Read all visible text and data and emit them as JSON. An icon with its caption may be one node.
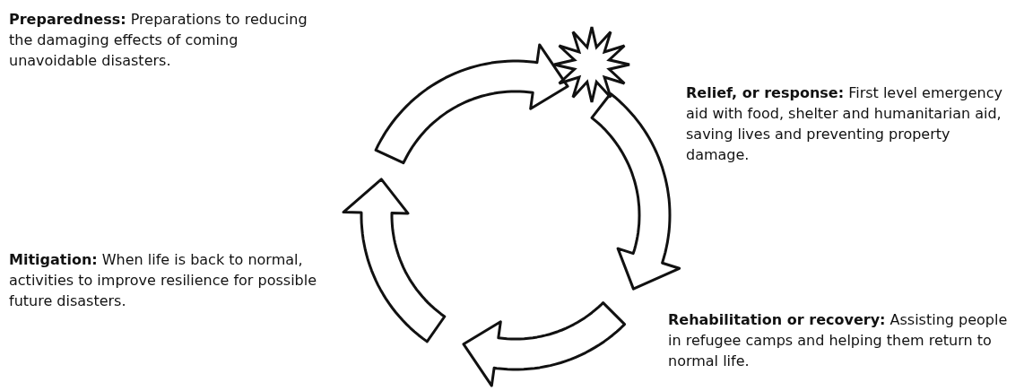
{
  "diagram": {
    "labels": [
      "**Preparedness:** Preparations to reducing the damaging effects of coming unavoidable disasters.",
      "**Relief, or response:** First level emergency aid with food, shelter and humanitarian aid, saving lives and preventing property damage.",
      "**Mitigation:** When life is back to normal, activities to improve resilience for possible future disasters.",
      "**Rehabilitation or recovery:** Assisting people in refugee camps and helping them return to normal life."
    ]
  }
}
